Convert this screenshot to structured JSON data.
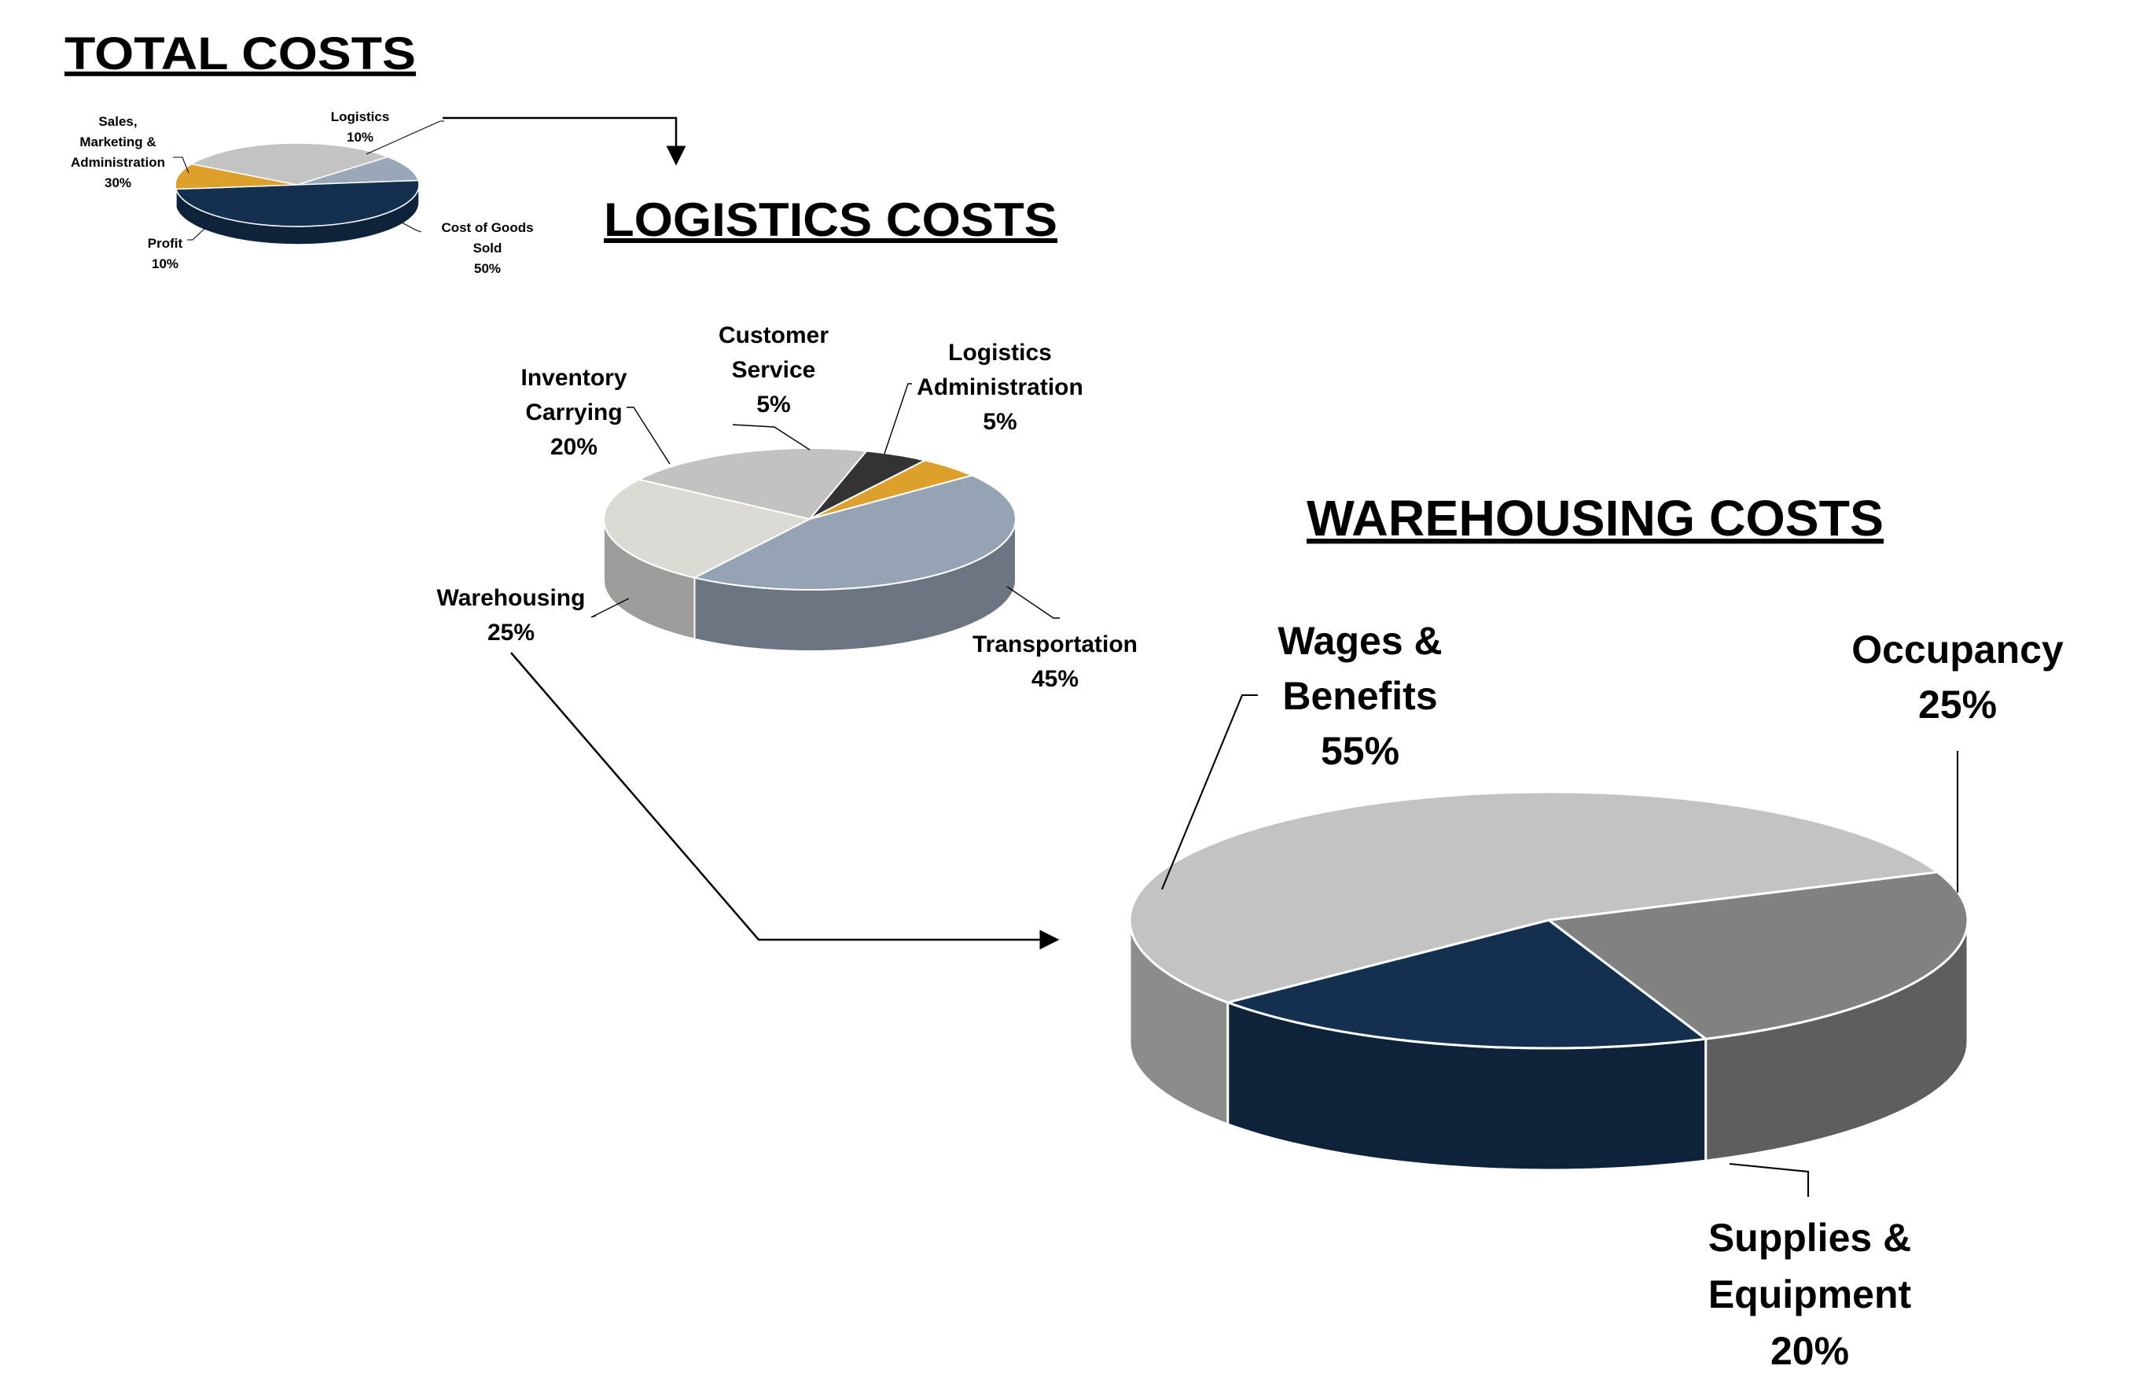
{
  "chart_data": [
    {
      "type": "pie",
      "title": "TOTAL COSTS",
      "slices": [
        {
          "label": [
            "Logistics",
            "10%"
          ],
          "value": 10,
          "color": "#9aa7b8"
        },
        {
          "label": [
            "Cost of Goods",
            "Sold",
            "50%"
          ],
          "value": 50,
          "color": "#13304f"
        },
        {
          "label": [
            "Profit",
            "10%"
          ],
          "value": 10,
          "color": "#dda02a"
        },
        {
          "label": [
            "Sales,",
            "Marketing &",
            "Administration",
            "30%"
          ],
          "value": 30,
          "color": "#c4c4c4"
        }
      ]
    },
    {
      "type": "pie",
      "title": "LOGISTICS COSTS",
      "slices": [
        {
          "label": [
            "Customer",
            "Service",
            "5%"
          ],
          "value": 5,
          "color": "#333333"
        },
        {
          "label": [
            "Logistics",
            "Administration",
            "5%"
          ],
          "value": 5,
          "color": "#dda02a"
        },
        {
          "label": [
            "Transportation",
            "45%"
          ],
          "value": 45,
          "color": "#95a3b5"
        },
        {
          "label": [
            "Warehousing",
            "25%"
          ],
          "value": 25,
          "color": "#dddad6"
        },
        {
          "label": [
            "Inventory",
            "Carrying",
            "20%"
          ],
          "value": 20,
          "color": "#c2c2c2"
        }
      ]
    },
    {
      "type": "pie",
      "title": "WAREHOUSING COSTS",
      "slices": [
        {
          "label": [
            "Occupancy",
            "25%"
          ],
          "value": 25,
          "color": "#828282"
        },
        {
          "label": [
            "Supplies &",
            "Equipment",
            "20%"
          ],
          "value": 20,
          "color": "#13304f"
        },
        {
          "label": [
            "Wages &",
            "Benefits",
            "55%"
          ],
          "value": 55,
          "color": "#c3c3c3"
        }
      ]
    }
  ]
}
